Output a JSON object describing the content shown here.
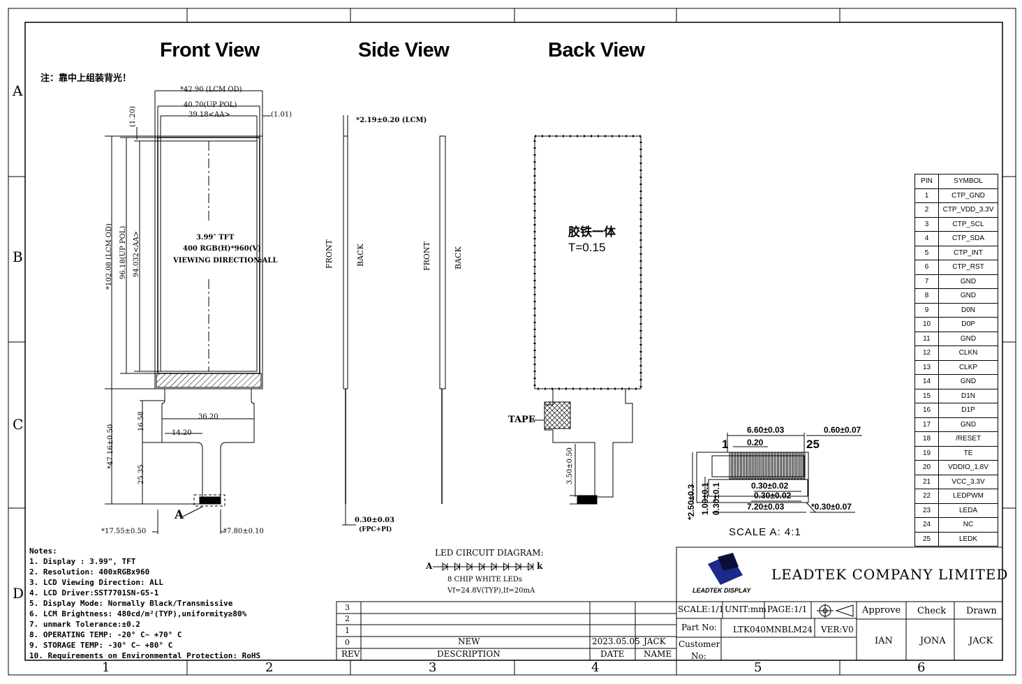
{
  "views": {
    "front": "Front View",
    "side": "Side View",
    "back": "Back View"
  },
  "note_cn": "注：靠中上组装背光！",
  "grid": {
    "rows": [
      "A",
      "B",
      "C",
      "D"
    ],
    "cols": [
      "1",
      "2",
      "3",
      "4",
      "5",
      "6"
    ]
  },
  "front": {
    "lcm_od_w": "*42.90 (LCM OD)",
    "up_pol_w": "40.70(UP POL)",
    "aa_w": "39.18<AA>",
    "right_gap": "(1.01)",
    "top_gap": "(1.20)",
    "lcm_od_h": "*102.08 (LCM OD)",
    "up_pol_h": "96.18(UP POL)",
    "aa_h": "94.032<AA>",
    "fpc_total": "*47.16±0.50",
    "fpc_a": "16.58",
    "fpc_b": "25.35",
    "fpc_w": "36.20",
    "fpc_off": "14.20",
    "bottom_left": "*17.55±0.50",
    "bottom_right": "*7.80±0.10",
    "detail_label": "A",
    "center_lines": [
      "3.99″ TFT",
      "400 RGB(H)*960(V)",
      "VIEWING DIRECTION:ALL"
    ]
  },
  "side": {
    "thickness": "*2.19±0.20 (LCM)",
    "fpc": "0.30±0.03",
    "fpc_note": "(FPC+PI)",
    "front": "FRONT",
    "back": "BACK"
  },
  "back": {
    "label_cn": "胶铁一体",
    "label_t": "T=0.15",
    "tape": "TAPE",
    "fpc_dim": "3.50±0.50"
  },
  "detail": {
    "w1": "6.60±0.03",
    "w2": "0.60±0.07",
    "pitch": "0.20",
    "pin1": "1",
    "pin25": "25",
    "d1": "0.30±0.02",
    "d2": "0.30±0.02",
    "d3": "7.20±0.03",
    "d4": "*0.30±0.07",
    "v1": "*2.50±0.3",
    "v2": "1.00±0.1",
    "v3": "0.30±0.1",
    "scale": "SCALE A: 4:1"
  },
  "pin_table": {
    "headers": [
      "PIN",
      "SYMBOL"
    ],
    "rows": [
      [
        "1",
        "CTP_GND"
      ],
      [
        "2",
        "CTP_VDD_3.3V"
      ],
      [
        "3",
        "CTP_SCL"
      ],
      [
        "4",
        "CTP_SDA"
      ],
      [
        "5",
        "CTP_INT"
      ],
      [
        "6",
        "CTP_RST"
      ],
      [
        "7",
        "GND"
      ],
      [
        "8",
        "GND"
      ],
      [
        "9",
        "D0N"
      ],
      [
        "10",
        "D0P"
      ],
      [
        "11",
        "GND"
      ],
      [
        "12",
        "CLKN"
      ],
      [
        "13",
        "CLKP"
      ],
      [
        "14",
        "GND"
      ],
      [
        "15",
        "D1N"
      ],
      [
        "16",
        "D1P"
      ],
      [
        "17",
        "GND"
      ],
      [
        "18",
        "/RESET"
      ],
      [
        "19",
        "TE"
      ],
      [
        "20",
        "VDDIO_1.8V"
      ],
      [
        "21",
        "VCC_3.3V"
      ],
      [
        "22",
        "LEDPWM"
      ],
      [
        "23",
        "LEDA"
      ],
      [
        "24",
        "NC"
      ],
      [
        "25",
        "LEDK"
      ]
    ]
  },
  "notes": {
    "title": "Notes:",
    "items": [
      "1. Display : 3.99\", TFT",
      "2. Resolution: 400xRGBx960",
      "3. LCD Viewing Direction: ALL",
      "4. LCD Driver:SST7701SN-G5-1",
      "5. Display Mode: Normally Black/Transmissive",
      "6. LCM Brightness: 480cd/m²(TYP),uniformity≥80%",
      "7. unmark Tolerance:±0.2",
      "8. OPERATING TEMP: -20° C~ +70° C",
      "9. STORAGE TEMP: -30° C~ +80° C",
      "10. Requirements on Environmental Protection: RoHS"
    ]
  },
  "led": {
    "title": "LED CIRCUIT DIAGRAM:",
    "anode": "A",
    "cathode": "k",
    "line1": "8 CHIP WHITE LEDs",
    "line2": "Vf=24.8V(TYP),If=20mA"
  },
  "revision": {
    "rev_marks": [
      "3",
      "2",
      "1",
      "0"
    ],
    "new": "NEW",
    "date": "2023.05.05",
    "name": "JACK",
    "col_rev": "REV",
    "col_desc": "DESCRIPTION",
    "col_date": "DATE",
    "col_name": "NAME"
  },
  "title_block": {
    "logo_text": "LEADTEK DISPLAY",
    "company": "LEADTEK COMPANY LIMITED",
    "scale": "SCALE:1/1",
    "unit": "UNIT:mm",
    "page": "PAGE:1/1",
    "approve": "Approve",
    "check": "Check",
    "drawn": "Drawn",
    "part_no_label": "Part No:",
    "part_no": "LTK040MNBLM24",
    "ver": "VER:V0",
    "customer_label": "Customer",
    "customer_no": "No:",
    "approve_name": "IAN",
    "check_name": "JONA",
    "drawn_name": "JACK"
  }
}
